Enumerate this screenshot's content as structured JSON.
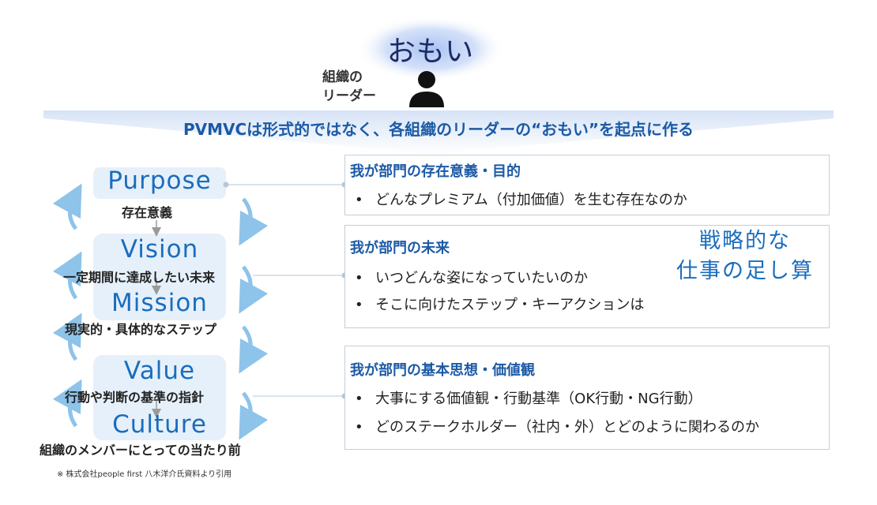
{
  "header": {
    "omoi": "おもい",
    "leader_label_line1": "組織の",
    "leader_label_line2": "リーダー",
    "headline": "PVMVCは形式的ではなく、各組織のリーダーの“おもい”を起点に作る"
  },
  "pvmvc": {
    "purpose": {
      "term": "Purpose",
      "sub": "存在意義"
    },
    "vision": {
      "term": "Vision",
      "sub": "一定期間に達成したい未来"
    },
    "mission": {
      "term": "Mission",
      "sub": "現実的・具体的なステップ"
    },
    "value": {
      "term": "Value",
      "sub": "行動や判断の基準の指針"
    },
    "culture": {
      "term": "Culture",
      "sub": "組織のメンバーにとっての当たり前"
    }
  },
  "boxes": [
    {
      "title": "我が部門の存在意義・目的",
      "bullets": [
        "どんなプレミアム（付加価値）を生む存在なのか"
      ]
    },
    {
      "title": "我が部門の未来",
      "bullets": [
        "いつどんな姿になっていたいのか",
        "そこに向けたステップ・キーアクションは"
      ]
    },
    {
      "title": "我が部門の基本思想・価値観",
      "bullets": [
        "大事にする価値観・行動基準（OK行動・NG行動）",
        "どのステークホルダー（社内・外）とどのように関わるのか"
      ]
    }
  ],
  "bullet_symbol": "•",
  "senryaku": {
    "line1": "戦略的な",
    "line2": "仕事の足し算"
  },
  "credit": "※ 株式会社people first 八木洋介氏資料より引用",
  "colors": {
    "accent": "#1a6dbd",
    "headline": "#1c5aa6",
    "pill": "#e6f0fa",
    "glow": "#b9cdf3",
    "arrow": "#8ec3ea"
  }
}
